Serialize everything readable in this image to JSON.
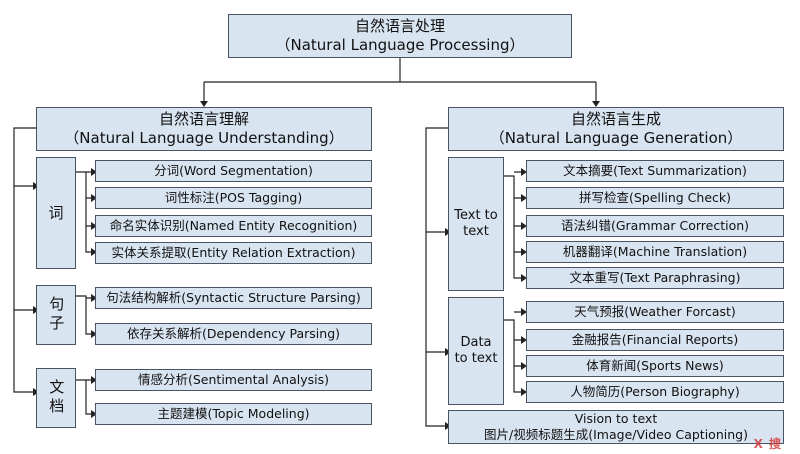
{
  "root": {
    "cn": "自然语言处理",
    "en": "（Natural Language Processing）"
  },
  "nlu": {
    "cn": "自然语言理解",
    "en": "（Natural Language Understanding）",
    "groups": [
      {
        "label": "词",
        "items": [
          "分词(Word Segmentation)",
          "词性标注(POS Tagging)",
          "命名实体识别(Named Entity Recognition)",
          "实体关系提取(Entity Relation Extraction)"
        ]
      },
      {
        "label": "句子",
        "items": [
          "句法结构解析(Syntactic Structure Parsing)",
          "依存关系解析(Dependency Parsing)"
        ]
      },
      {
        "label": "文档",
        "items": [
          "情感分析(Sentimental Analysis)",
          "主题建模(Topic Modeling)"
        ]
      }
    ]
  },
  "nlg": {
    "cn": "自然语言生成",
    "en": "（Natural Language Generation）",
    "groups": [
      {
        "label": "Text to text",
        "items": [
          "文本摘要(Text Summarization)",
          "拼写检查(Spelling Check)",
          "语法纠错(Grammar Correction)",
          "机器翻译(Machine Translation)",
          "文本重写(Text Paraphrasing)"
        ]
      },
      {
        "label": "Data to text",
        "items": [
          "天气预报(Weather Forcast)",
          "金融报告(Financial Reports)",
          "体育新闻(Sports News)",
          "人物简历(Person Biography)"
        ]
      }
    ],
    "vision": {
      "line1": "Vision to text",
      "line2": "图片/视频标题生成(Image/Video Captioning)"
    }
  },
  "watermark": "X 搜"
}
